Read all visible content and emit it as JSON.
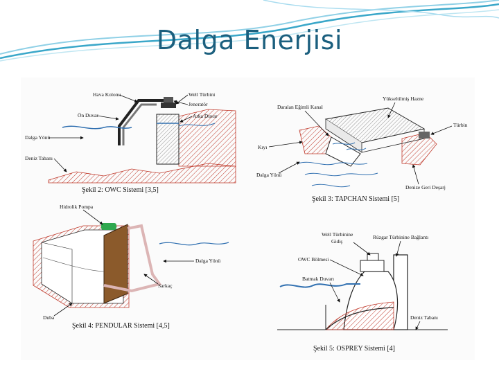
{
  "title": "Dalga Enerjisi",
  "figures": {
    "owc": {
      "caption": "Şekil 2: OWC Sistemi [3,5]",
      "labels": {
        "hava_kolonu": "Hava Kolonu",
        "wells_turbini": "Well Türbini",
        "jenerator": "Jeneratör",
        "on_duvar": "Ön Duvar",
        "arka_duvar": "Arka Duvar",
        "dalga_yonu": "Dalga Yönü",
        "deniz_tabani": "Deniz Tabanı"
      }
    },
    "tapchan": {
      "caption": "Şekil 3: TAPCHAN Sistemi [5]",
      "labels": {
        "yukseltilmis_hazne": "Yükseltilmiş Hazne",
        "daralan_kanal": "Daralan Eğimli Kanal",
        "turbin": "Türbin",
        "kiyi": "Kıyı",
        "dalga_yonu": "Dalga Yönü",
        "denize_geri_desarj": "Denize Geri Deşarj"
      }
    },
    "pendular": {
      "caption": "Şekil 4: PENDULAR Sistemi [4,5]",
      "labels": {
        "hidrolik_pompa": "Hidrolik Pompa",
        "dalga_yonu": "Dalga Yönü",
        "sarkac": "Sarkaç",
        "duba": "Duba"
      }
    },
    "osprey": {
      "caption": "Şekil 5: OSPREY Sistemi [4]",
      "labels": {
        "wells_gidis": "Well Türbinine Gidiş",
        "ruzgar_baglanti": "Rüzgar Türbinine Bağlantı",
        "owc_bolmesi": "OWC Bölmesi",
        "batmak_duvari": "Batmak Duvarı",
        "deniz_tabani": "Deniz Tabanı"
      }
    }
  },
  "colors": {
    "title": "#1b5f7e",
    "hatch_red": "#c0392b",
    "water_blue": "#2f6fb0",
    "pump_green": "#2fa84f",
    "deco_teal": "#3aa7c9"
  }
}
